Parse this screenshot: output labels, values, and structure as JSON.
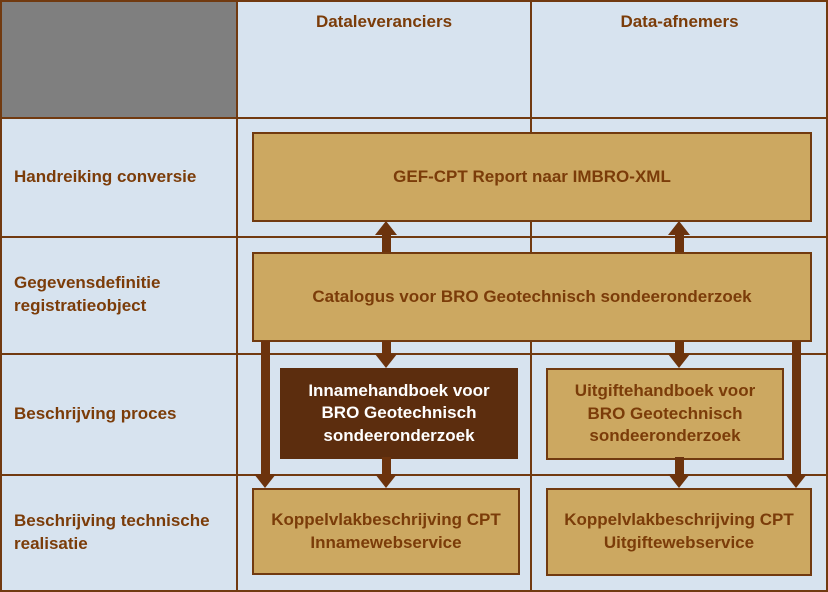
{
  "header": {
    "columns": [
      {
        "label": "Dataleveranciers"
      },
      {
        "label": "Data-afnemers"
      }
    ]
  },
  "rows": [
    {
      "label": "Handreiking conversie"
    },
    {
      "label": "Gegevensdefinitie registratieobject"
    },
    {
      "label": "Beschrijving proces"
    },
    {
      "label": "Beschrijving technische realisatie"
    }
  ],
  "boxes": {
    "gef_cpt": "GEF-CPT Report naar IMBRO-XML",
    "catalogus": "Catalogus voor BRO Geotechnisch sondeeronderzoek",
    "innamehandboek": "Innamehandboek voor BRO Geotechnisch sondeeronderzoek",
    "uitgiftehandboek": "Uitgiftehandboek voor BRO Geotechnisch sondeeronderzoek",
    "koppelvlak_inname": "Koppelvlakbeschrijving CPT Innamewebservice",
    "koppelvlak_uitgifte": "Koppelvlakbeschrijving CPT Uitgiftewebservice"
  },
  "colors": {
    "tan": "#CCA861",
    "dark_brown": "#5C2D0E",
    "light_blue": "#D7E3EF",
    "gray": "#7F7F7F",
    "border_brown": "#713A10",
    "text_brown": "#7B3C09",
    "arrow_brown": "#6C330D"
  }
}
